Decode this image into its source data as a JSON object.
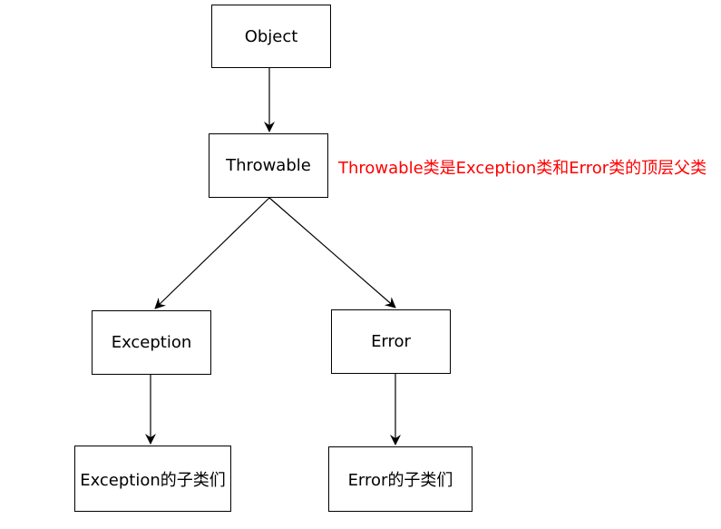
{
  "diagram": {
    "nodes": {
      "object": "Object",
      "throwable": "Throwable",
      "exception": "Exception",
      "error": "Error",
      "exception_subclasses": "Exception的子类们",
      "error_subclasses": "Error的子类们"
    },
    "edges": [
      {
        "from": "object",
        "to": "throwable"
      },
      {
        "from": "throwable",
        "to": "exception"
      },
      {
        "from": "throwable",
        "to": "error"
      },
      {
        "from": "exception",
        "to": "exception_subclasses"
      },
      {
        "from": "error",
        "to": "error_subclasses"
      }
    ],
    "note": {
      "text": "Throwable类是Exception类和Error类的顶层父类",
      "color": "#ff0000"
    },
    "colors": {
      "line": "#000000",
      "box_border": "#000000"
    }
  }
}
